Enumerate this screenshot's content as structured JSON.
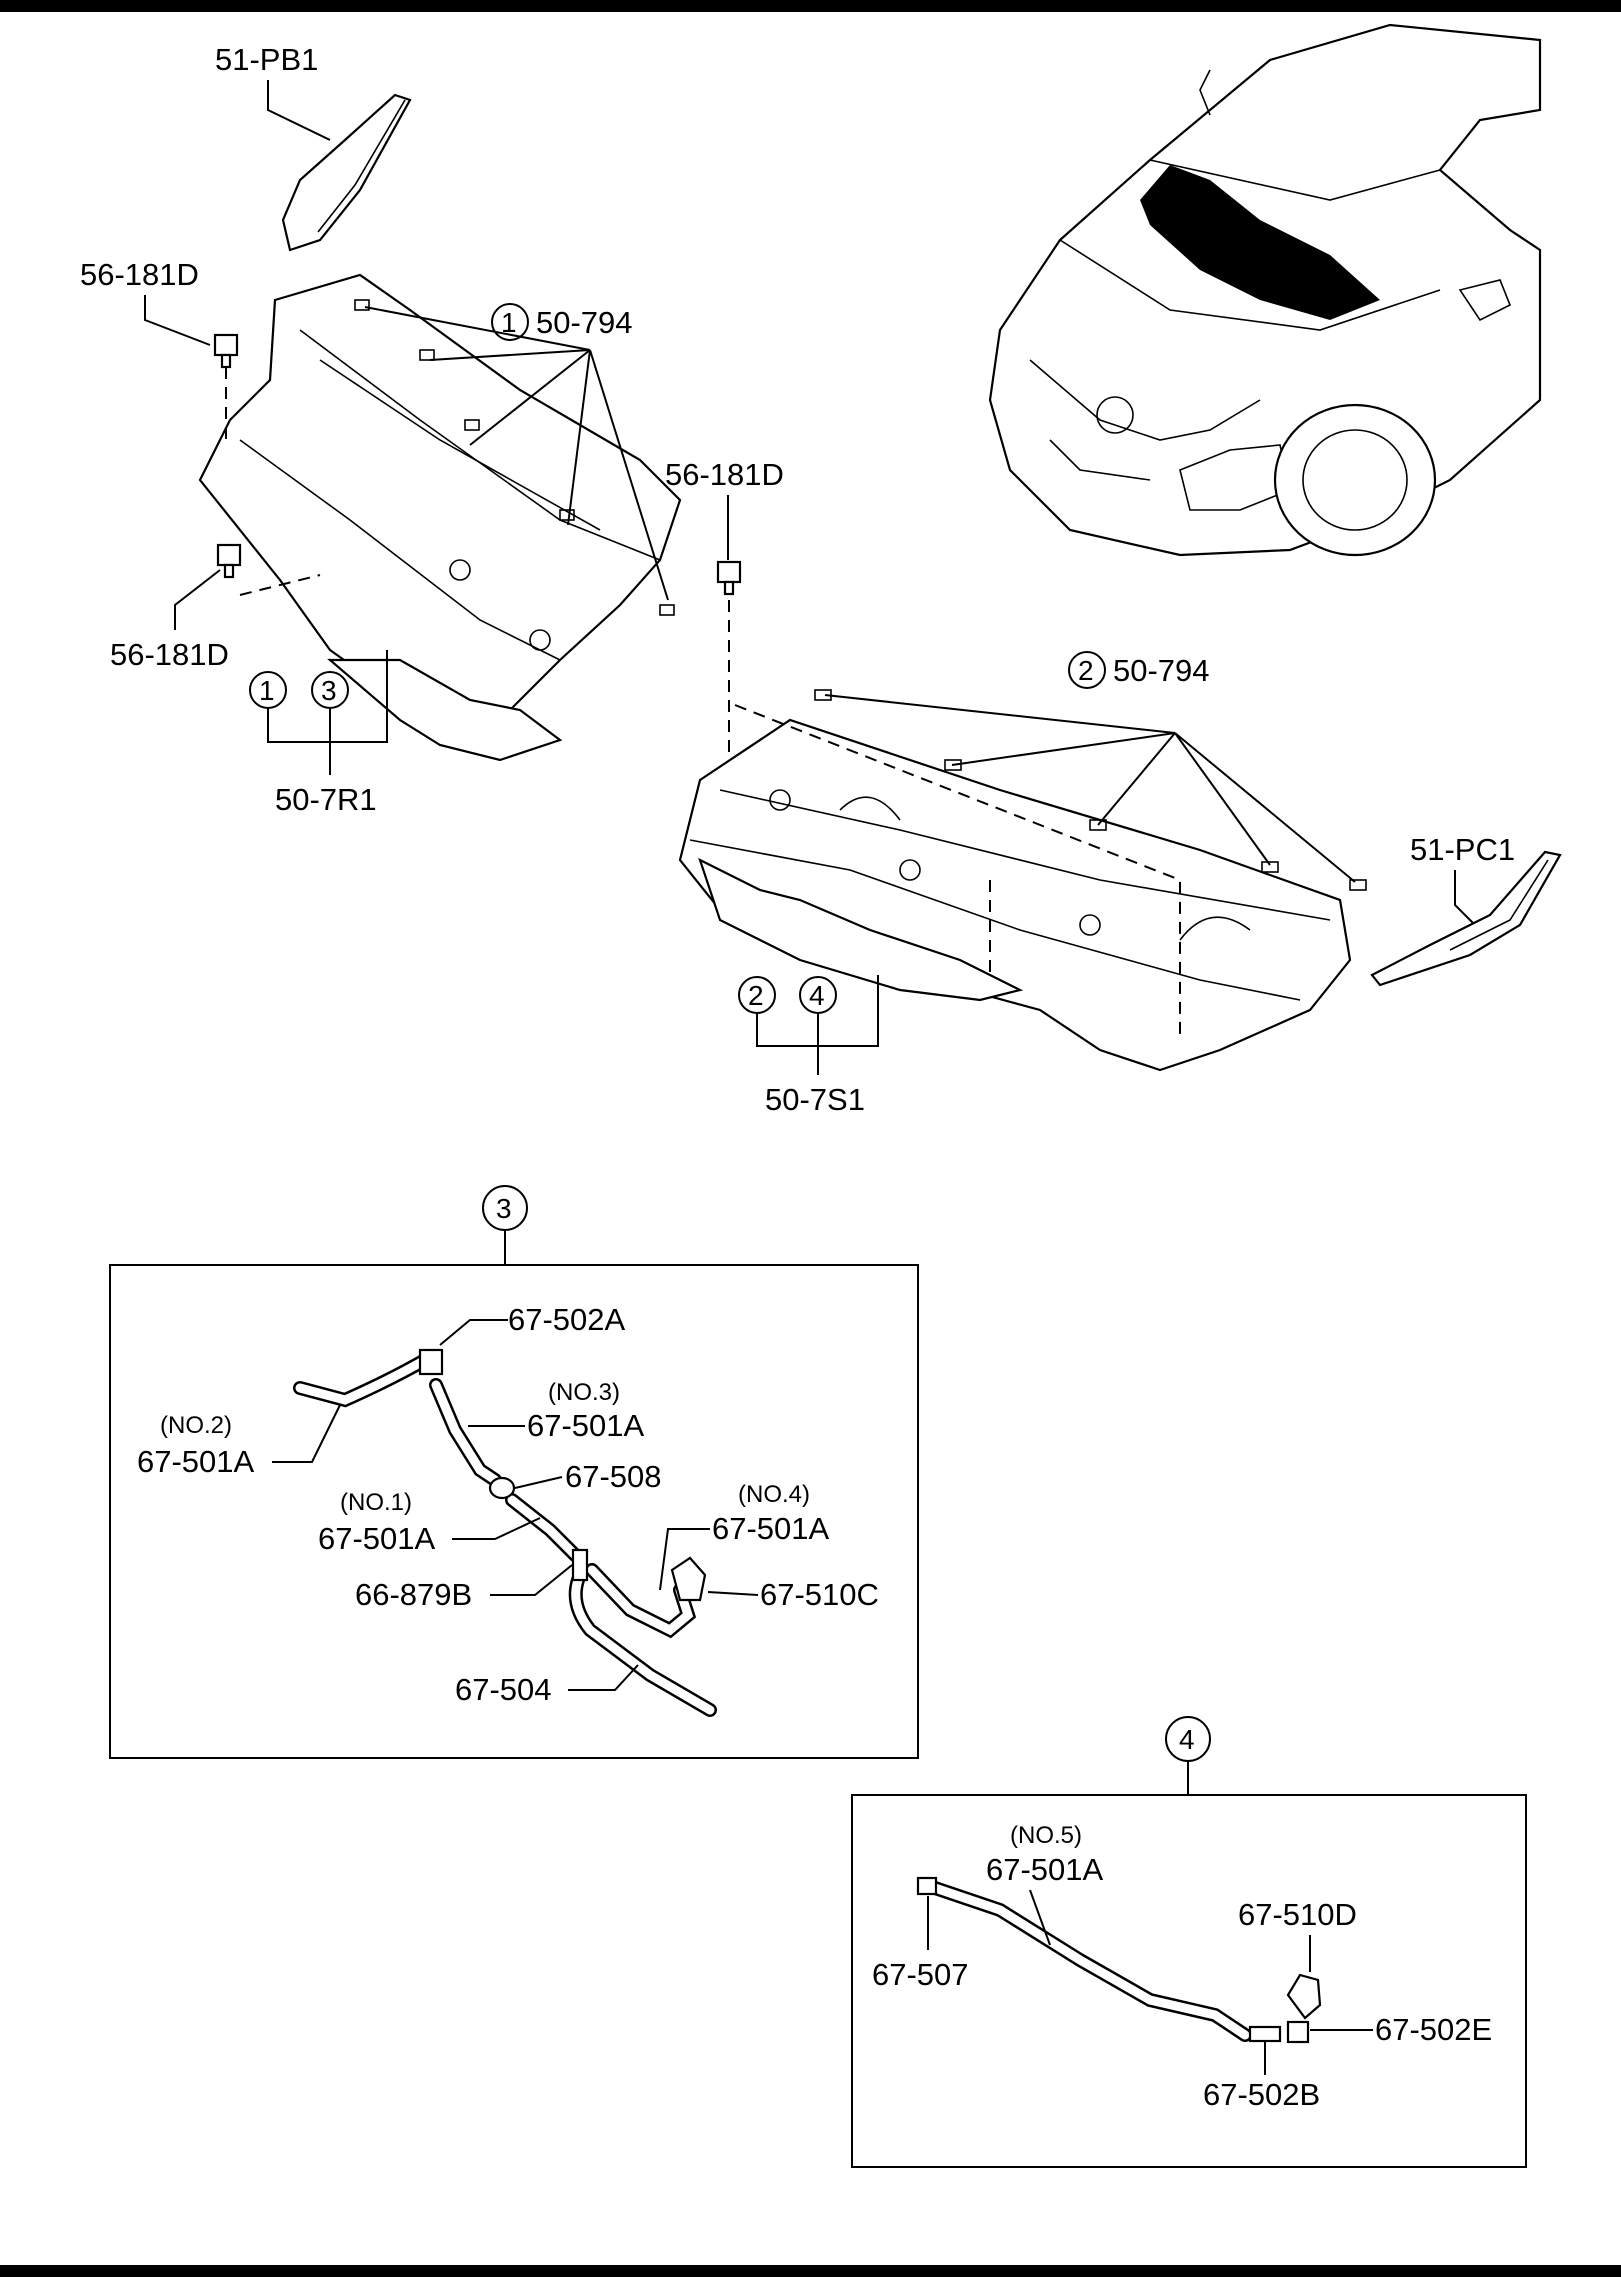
{
  "diagram": {
    "top_section": {
      "labels": {
        "l_51pb1": "51-PB1",
        "l_56181d_a": "56-181D",
        "l_56181d_b": "56-181D",
        "l_56181d_c": "56-181D",
        "l_50794_a": "50-794",
        "l_50794_b": "50-794",
        "l_507r1": "50-7R1",
        "l_507s1": "50-7S1",
        "l_51pc1": "51-PC1"
      },
      "circled": {
        "c1_a": "1",
        "c1_b": "1",
        "c3_a": "3",
        "c2_a": "2",
        "c2_b": "2",
        "c4_a": "4"
      }
    },
    "detail_3": {
      "marker": "3",
      "labels": {
        "l_502a": "67-502A",
        "l_no3": "(NO.3)",
        "l_501a_3": "67-501A",
        "l_no2": "(NO.2)",
        "l_501a_2": "67-501A",
        "l_508": "67-508",
        "l_no4": "(NO.4)",
        "l_501a_4": "67-501A",
        "l_no1": "(NO.1)",
        "l_501a_1": "67-501A",
        "l_879b": "66-879B",
        "l_510c": "67-510C",
        "l_504": "67-504"
      }
    },
    "detail_4": {
      "marker": "4",
      "labels": {
        "l_no5": "(NO.5)",
        "l_501a_5": "67-501A",
        "l_510d": "67-510D",
        "l_507": "67-507",
        "l_502e": "67-502E",
        "l_502b": "67-502B"
      }
    }
  }
}
